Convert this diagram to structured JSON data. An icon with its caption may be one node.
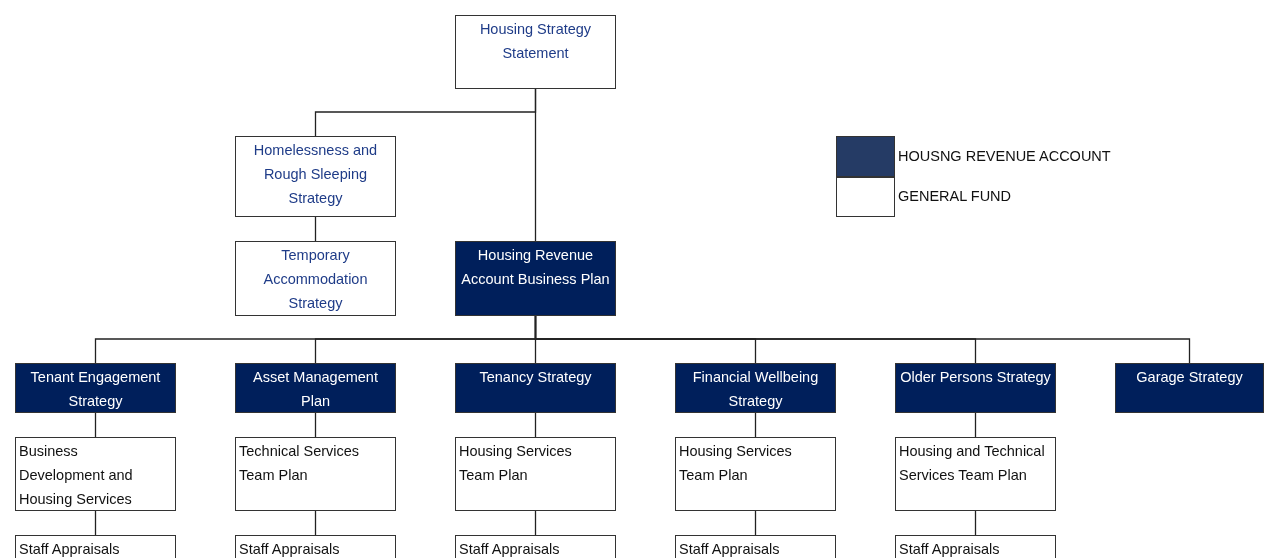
{
  "diagram": {
    "nodes": [
      {
        "text": [
          "Housing Strategy Statement"
        ]
      },
      {
        "text": [
          "Homelessness and Rough Sleeping Strategy"
        ]
      },
      {
        "text": [
          "Temporary Accommodation Strategy"
        ]
      },
      {
        "text": [
          "Housing Revenue Account Business Plan"
        ]
      },
      {
        "text": [
          "Tenant Engagement Strategy"
        ]
      },
      {
        "text": [
          "Asset Management Plan"
        ]
      },
      {
        "text": [
          "Tenancy Strategy"
        ]
      },
      {
        "text": [
          "Financial Wellbeing Strategy"
        ]
      },
      {
        "text": [
          "Older Persons Strategy"
        ]
      },
      {
        "text": [
          "Garage Strategy"
        ]
      },
      {
        "text": [
          "Business Development and Housing Services"
        ]
      },
      {
        "text": [
          "Technical Services Team Plan"
        ]
      },
      {
        "text": [
          "Housing Services Team Plan"
        ]
      },
      {
        "text": [
          "Housing Services Team Plan"
        ]
      },
      {
        "text": [
          "Housing and Technical Services Team Plan"
        ]
      },
      {
        "text": [
          "Staff Appraisals"
        ]
      },
      {
        "text": [
          "Staff Appraisals"
        ]
      },
      {
        "text": [
          "Staff Appraisals"
        ]
      },
      {
        "text": [
          "Staff Appraisals"
        ]
      },
      {
        "text": [
          "Staff Appraisals"
        ]
      }
    ],
    "edges": [
      {
        "from": 0,
        "to": 1,
        "arrow": "none"
      },
      {
        "from": 0,
        "to": 3,
        "arrow": "none"
      },
      {
        "from": 1,
        "to": 2,
        "arrow": "none"
      },
      {
        "from": 3,
        "to": 4,
        "arrow": "none"
      },
      {
        "from": 3,
        "to": 5,
        "arrow": "none"
      },
      {
        "from": 3,
        "to": 6,
        "arrow": "none"
      },
      {
        "from": 3,
        "to": 7,
        "arrow": "none"
      },
      {
        "from": 3,
        "to": 8,
        "arrow": "none"
      },
      {
        "from": 3,
        "to": 9,
        "arrow": "none"
      },
      {
        "from": 4,
        "to": 10,
        "arrow": "none"
      },
      {
        "from": 5,
        "to": 11,
        "arrow": "none"
      },
      {
        "from": 6,
        "to": 12,
        "arrow": "none"
      },
      {
        "from": 7,
        "to": 13,
        "arrow": "none"
      },
      {
        "from": 8,
        "to": 14,
        "arrow": "none"
      },
      {
        "from": 10,
        "to": 15,
        "arrow": "none"
      },
      {
        "from": 11,
        "to": 16,
        "arrow": "none"
      },
      {
        "from": 12,
        "to": 17,
        "arrow": "none"
      },
      {
        "from": 13,
        "to": 18,
        "arrow": "none"
      },
      {
        "from": 14,
        "to": 19,
        "arrow": "none"
      }
    ],
    "legend": [
      {
        "text": "HOUSNG REVENUE ACCOUNT",
        "color": "#253b65"
      },
      {
        "text": "GENERAL FUND",
        "color": "#ffffff"
      }
    ]
  }
}
